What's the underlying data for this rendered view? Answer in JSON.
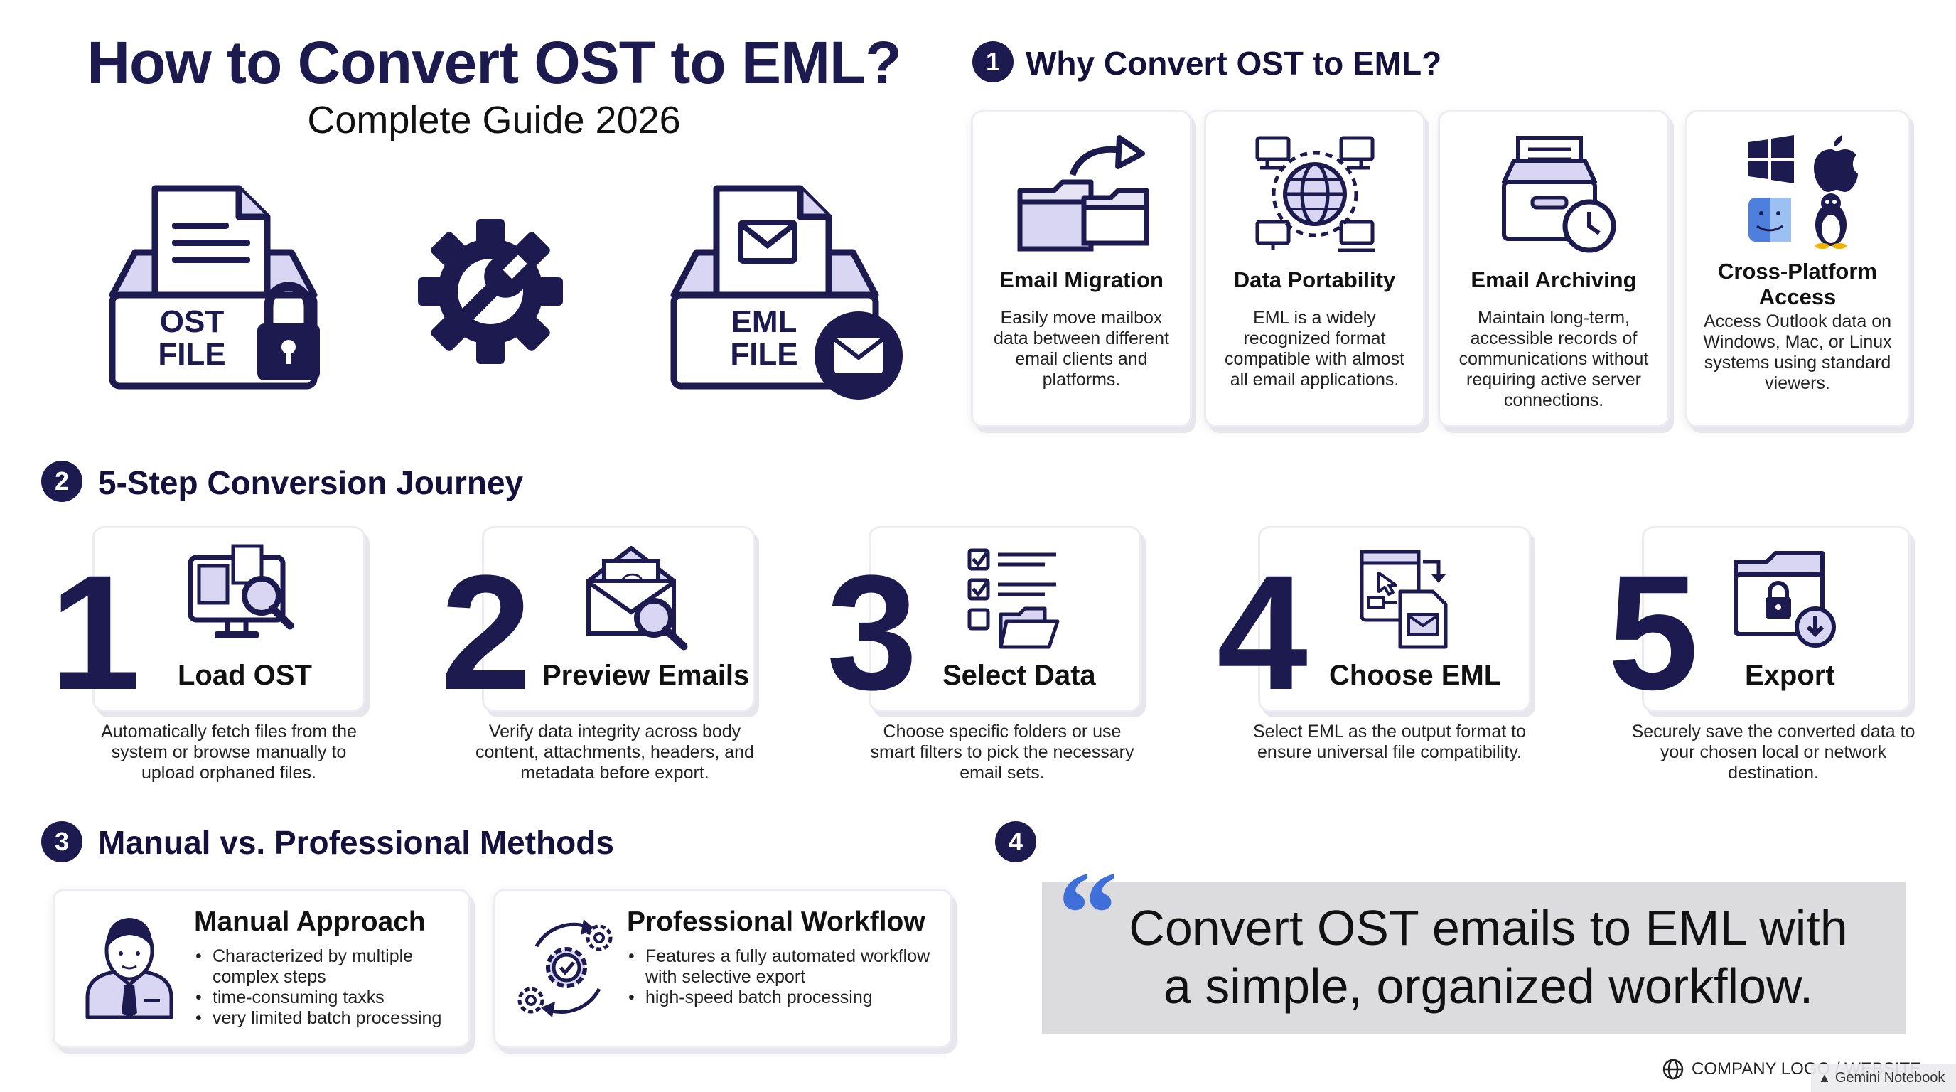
{
  "header": {
    "title": "How to Convert OST to EML?",
    "subtitle": "Complete Guide 2026",
    "ost_label_line1": "OST",
    "ost_label_line2": "FILE",
    "eml_label_line1": "EML",
    "eml_label_line2": "FILE"
  },
  "why": {
    "number": "1",
    "heading": "Why Convert OST to EML?",
    "cards": [
      {
        "icon": "folder-migration-icon",
        "title": "Email Migration",
        "desc": "Easily move mailbox data between different email clients and platforms."
      },
      {
        "icon": "globe-network-icon",
        "title": "Data Portability",
        "desc": "EML is a widely recognized format compatible with almost all email applications."
      },
      {
        "icon": "archive-clock-icon",
        "title": "Email Archiving",
        "desc": "Maintain long-term, accessible records of communications without requiring active server connections."
      },
      {
        "icon": "os-logos-icon",
        "title": "Cross-Platform Access",
        "desc": "Access Outlook data on Windows, Mac, or Linux systems using standard viewers."
      }
    ]
  },
  "journey": {
    "number": "2",
    "heading": "5-Step Conversion Journey",
    "steps": [
      {
        "num": "1",
        "icon": "monitor-search-icon",
        "title": "Load OST",
        "desc": "Automatically fetch files from the system or browse manually to upload orphaned files."
      },
      {
        "num": "2",
        "icon": "email-search-icon",
        "title": "Preview Emails",
        "desc": "Verify data integrity across body content, attachments, headers, and metadata before export."
      },
      {
        "num": "3",
        "icon": "checklist-folder-icon",
        "title": "Select Data",
        "desc": "Choose specific folders or use smart filters to pick the necessary email sets."
      },
      {
        "num": "4",
        "icon": "format-convert-icon",
        "title": "Choose EML",
        "desc": "Select EML as the output format to ensure universal file compatibility."
      },
      {
        "num": "5",
        "icon": "folder-export-icon",
        "title": "Export",
        "desc": "Securely save the converted data to your chosen local or network destination."
      }
    ]
  },
  "methods": {
    "number": "3",
    "heading": "Manual vs. Professional Methods",
    "manual": {
      "title": "Manual Approach",
      "items": [
        "Characterized by multiple complex steps",
        "time-consuming taxks",
        "very limited batch processing"
      ]
    },
    "professional": {
      "title": "Professional Workflow",
      "items": [
        "Features a fully automated workflow with selective export",
        "high-speed batch processing"
      ]
    }
  },
  "quote": {
    "number": "4",
    "mark": "“",
    "line1": "Convert OST emails to EML with",
    "line2": "a simple, organized workflow."
  },
  "footer": {
    "company": "COMPANY LOGO / WEBSITE",
    "watermark": "Gemini Notebook"
  },
  "colors": {
    "navy": "#1c1a4f",
    "lavender": "#d9d6f3",
    "quote_bg": "#dcdcde",
    "quote_mark": "#3f6fd8"
  }
}
